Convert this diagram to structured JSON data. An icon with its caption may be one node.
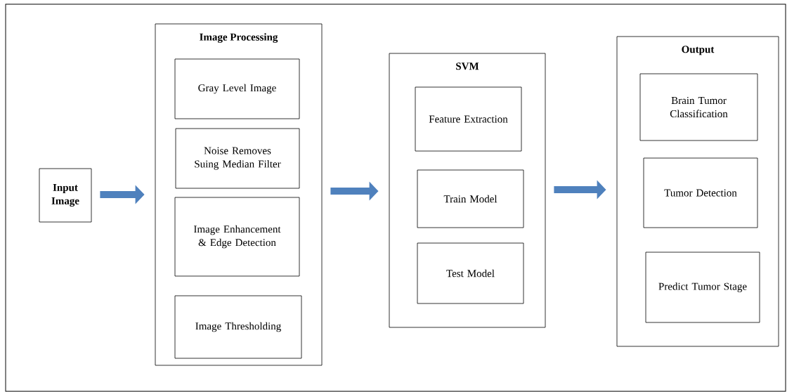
{
  "diagram": {
    "nodes": [
      {
        "text": [
          "Input Image"
        ]
      },
      {
        "text": [
          "Image Processing"
        ]
      },
      {
        "text": [
          "Gray Level Image"
        ],
        "in": 1
      },
      {
        "text": [
          "Noise Removes Suing Median Filter"
        ],
        "in": 1
      },
      {
        "text": [
          "Image Enhancement & Edge Detection"
        ],
        "in": 1
      },
      {
        "text": [
          "Image Thresholding"
        ],
        "in": 1
      },
      {
        "text": [
          "SVM"
        ]
      },
      {
        "text": [
          "Feature Extraction"
        ],
        "in": 6
      },
      {
        "text": [
          "Train Model"
        ],
        "in": 6
      },
      {
        "text": [
          "Test Model"
        ],
        "in": 6
      },
      {
        "text": [
          "Output"
        ]
      },
      {
        "text": [
          "Brain Tumor Classification"
        ],
        "in": 10
      },
      {
        "text": [
          "Tumor Detection"
        ],
        "in": 10
      },
      {
        "text": [
          "Predict Tumor Stage"
        ],
        "in": 10
      }
    ],
    "edges": [
      {
        "from": 0,
        "to": 1,
        "arrow": "to"
      },
      {
        "from": 1,
        "to": 6,
        "arrow": "to"
      },
      {
        "from": 6,
        "to": 10,
        "arrow": "to"
      }
    ]
  }
}
